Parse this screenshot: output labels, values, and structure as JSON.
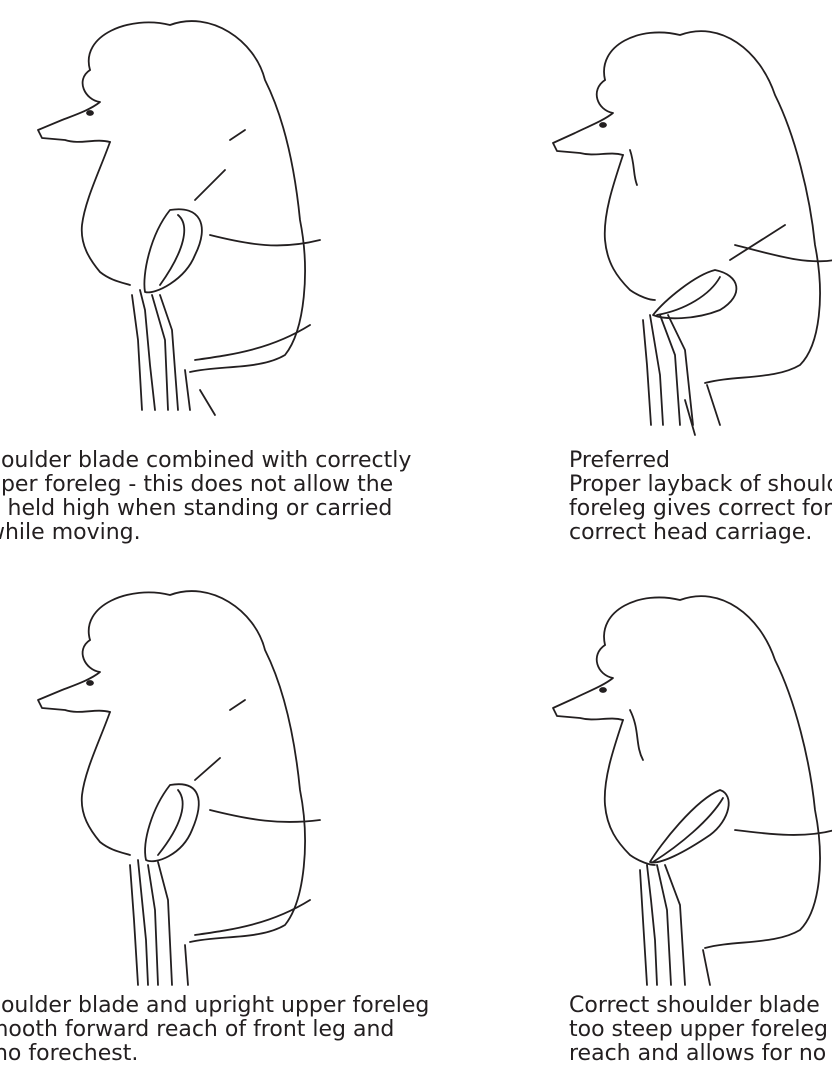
{
  "figures": [
    {
      "caption_lines": [
        "houlder blade combined with correctly",
        "pper foreleg - this does not allow the",
        "e held high when standing or carried",
        "while moving."
      ]
    },
    {
      "caption_lines": [
        "Preferred",
        "Proper layback of shoulde",
        "foreleg gives correct for",
        "correct head carriage."
      ]
    },
    {
      "caption_lines": [
        "houlder blade and upright upper foreleg",
        "mooth forward reach of front leg and",
        " no forechest."
      ]
    },
    {
      "caption_lines": [
        "Correct shoulder blade",
        "too steep upper foreleg",
        "reach and allows for no"
      ]
    }
  ],
  "colors": {
    "ink": "#231f20",
    "background": "#ffffff"
  }
}
